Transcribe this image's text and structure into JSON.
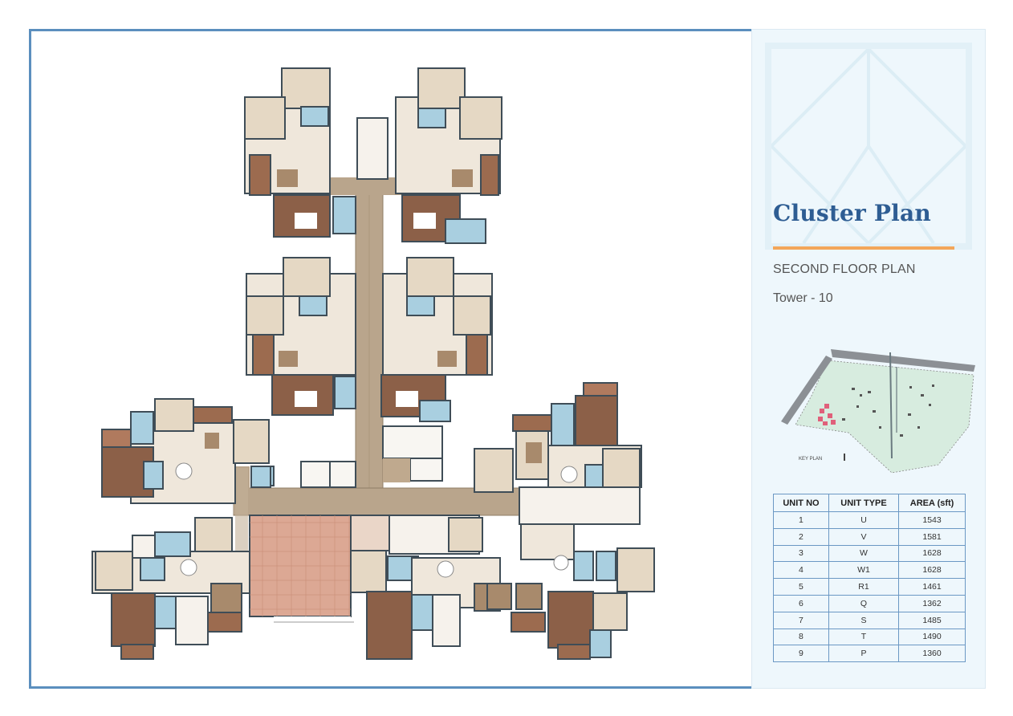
{
  "panel": {
    "title": "Cluster Plan",
    "subtitle": "SECOND FLOOR PLAN",
    "tower": "Tower - 10"
  },
  "colors": {
    "frame": "#5b8fbe",
    "title": "#2e5d93",
    "accent_rule": "#f3a65a",
    "panel_bg": "#eef7fc",
    "corridor": "#b9a58c",
    "terrace": "#d9a58f",
    "room_brown": "#8c6048",
    "room_beige": "#e9dfd1",
    "toilet_blue": "#a9cfe0",
    "wall": "#3f4d57"
  },
  "keymap": {
    "label": "KEY PLAN",
    "highlight_color": "#e0607a"
  },
  "table": {
    "headers": [
      "UNIT NO",
      "UNIT TYPE",
      "AREA (sft)"
    ],
    "rows": [
      {
        "unit_no": "1",
        "unit_type": "U",
        "area": "1543"
      },
      {
        "unit_no": "2",
        "unit_type": "V",
        "area": "1581"
      },
      {
        "unit_no": "3",
        "unit_type": "W",
        "area": "1628"
      },
      {
        "unit_no": "4",
        "unit_type": "W1",
        "area": "1628"
      },
      {
        "unit_no": "5",
        "unit_type": "R1",
        "area": "1461"
      },
      {
        "unit_no": "6",
        "unit_type": "Q",
        "area": "1362"
      },
      {
        "unit_no": "7",
        "unit_type": "S",
        "area": "1485"
      },
      {
        "unit_no": "8",
        "unit_type": "T",
        "area": "1490"
      },
      {
        "unit_no": "9",
        "unit_type": "P",
        "area": "1360"
      }
    ]
  }
}
